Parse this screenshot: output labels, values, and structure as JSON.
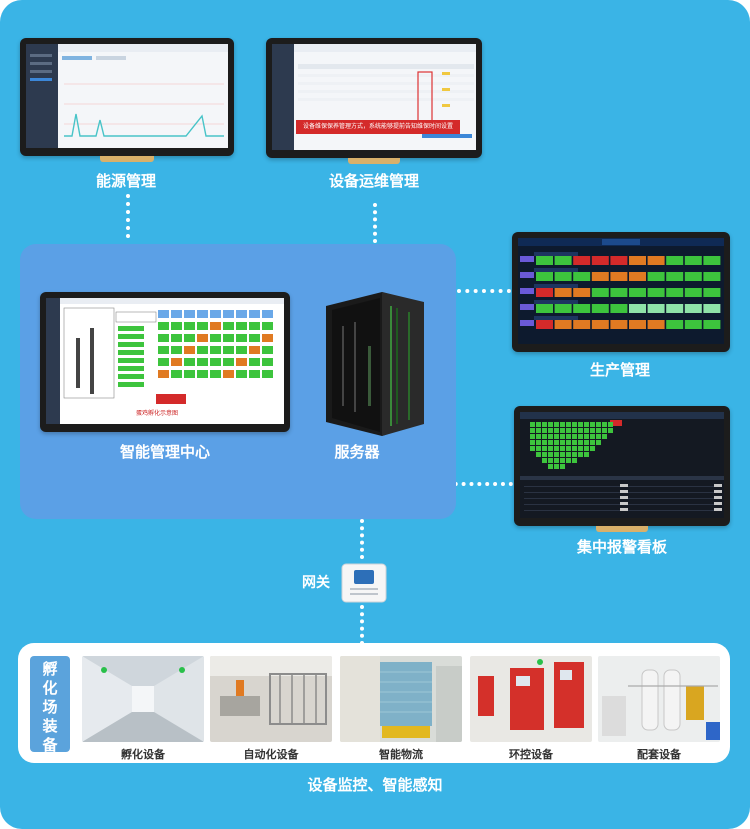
{
  "labels": {
    "energy": "能源管理",
    "maintenance": "设备运维管理",
    "production": "生产管理",
    "alarm": "集中报警看板",
    "center": "智能管理中心",
    "server": "服务器",
    "gateway": "网关",
    "monitoring": "设备监控、智能感知"
  },
  "maintenance_banner": "设备维保保养管理方式，系统能够提前告知维保时间设置",
  "hatchery": {
    "title_chars": [
      "孵",
      "化",
      "场",
      "装",
      "备"
    ],
    "items": [
      "孵化设备",
      "自动化设备",
      "智能物流",
      "环控设备",
      "配套设备"
    ]
  },
  "center_screen_banner": "蛋鸡孵化示意图",
  "colors": {
    "background": "#3ab4e6",
    "center_panel": "#5ba0e6",
    "title_block": "#5ba3dc"
  }
}
